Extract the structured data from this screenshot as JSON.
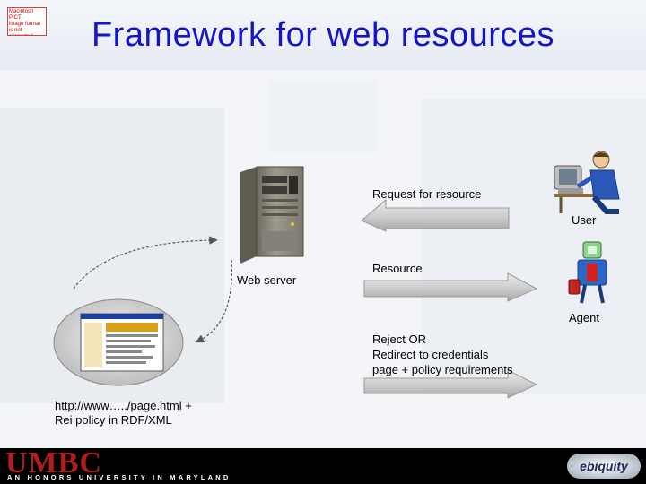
{
  "title": "Framework for web resources",
  "corner_placeholder": [
    "Macintosh PICT",
    "image format",
    "is not supported"
  ],
  "labels": {
    "request": "Request for resource",
    "user": "User",
    "resource": "Resource",
    "web_server": "Web server",
    "agent": "Agent",
    "reject_1": "Reject OR",
    "reject_2": "Redirect to credentials",
    "reject_3": "page + policy requirements",
    "page_1": "http://www…../page.html +",
    "page_2": "Rei policy in RDF/XML"
  },
  "footer": {
    "umbc": "UMBC",
    "tagline": "AN HONORS UNIVERSITY IN MARYLAND",
    "logo": "ebiquity"
  },
  "colors": {
    "title": "#1414c8",
    "arrow_fill": "#c8c8c8",
    "umbc_red": "#b01e1e",
    "footer_bg": "#000000"
  },
  "icons": [
    "server-icon",
    "user-at-computer-icon",
    "agent-robot-icon",
    "web-page-icon"
  ]
}
